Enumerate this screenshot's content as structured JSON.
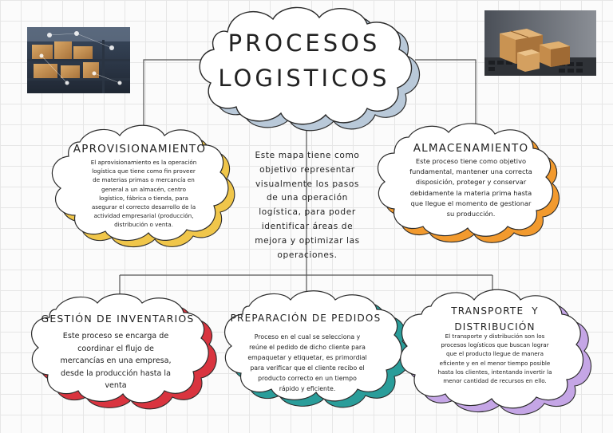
{
  "title": {
    "line1": "PROCESOS",
    "line2": "LOGISTICOS"
  },
  "center_description": "Este mapa tiene como objetivo representar visualmente los pasos de una operación logística, para poder identificar áreas de mejora y optimizar las operaciones.",
  "nodes": {
    "aprovisionamiento": {
      "heading": "APROVISIONAMIENTO",
      "body": "El aprovisionamiento es la operación logística que tiene como fin proveer de materias primas o mercancía en general a un almacén, centro logístico, fábrica o tienda, para asegurar el correcto desarrollo de la actividad empresarial (producción, distribución o venta.",
      "color": "#f0c64a"
    },
    "almacenamiento": {
      "heading": "ALMACENAMIENTO",
      "body": "Este proceso tiene como objetivo fundamental, mantener una correcta disposición, proteger y conservar debidamente la materia prima hasta que llegue el momento de gestionar su producción.",
      "color": "#f29a2e"
    },
    "inventarios": {
      "heading": "GESTIÓN DE INVENTARIOS",
      "body": "Este proceso  se encarga de coordinar el flujo de mercancías en una empresa, desde la producción hasta la venta",
      "color": "#d9343f"
    },
    "pedidos": {
      "heading": "PREPARACIÓN DE PEDIDOS",
      "body": "Proceso en el cual se selecciona y reúne el pedido de dicho cliente para empaquetar y etiquetar, es primordial para verificar que el cliente recibo el producto correcto en un tiempo rápido y eficiente.",
      "color": "#2a9d9a"
    },
    "transporte": {
      "heading_line1": "TRANSPORTE  Y",
      "heading_line2": "DISTRIBUCIÓN",
      "body": "El  transporte y distribución son los procesos logísticos que buscan lograr que el producto llegue de manera eficiente y en el menor tiempo posible hasta los clientes, intentando invertir la menor cantidad de recursos en ello.",
      "color": "#c5a6e6"
    }
  },
  "images": {
    "warehouse": "warehouse-photo",
    "boxes": "boxes-laptop-photo"
  },
  "colors": {
    "title_shadow": "#b9c9d9",
    "line": "#555555",
    "outline": "#2b2b2b"
  }
}
